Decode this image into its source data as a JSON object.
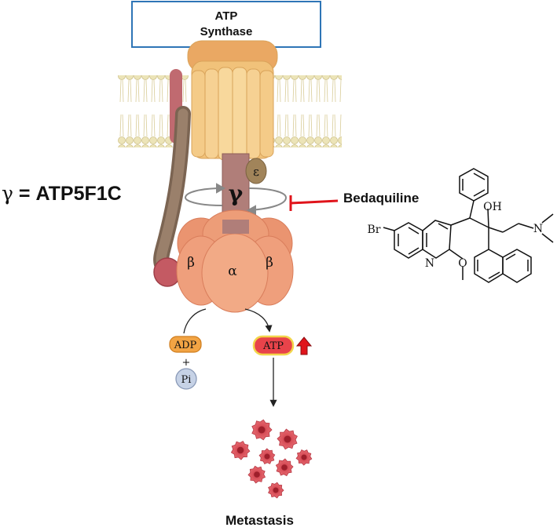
{
  "title_box": {
    "line1": "ATP",
    "line2": "Synthase"
  },
  "gamma_equation": {
    "symbol": "γ",
    "text": " = ATP5F1C"
  },
  "subunits": {
    "gamma": "γ",
    "epsilon": "ε",
    "beta_left": "β",
    "alpha": "α",
    "beta_right": "β"
  },
  "inhibitor": {
    "name": "Bedaquiline",
    "atoms": {
      "br": "Br",
      "oh": "OH",
      "n_amine": "N",
      "n_ring": "N",
      "o_methoxy": "O"
    }
  },
  "metabolites": {
    "adp": "ADP",
    "plus": "+",
    "pi": "Pi",
    "atp": "ATP"
  },
  "outcome": "Metastasis",
  "colors": {
    "title_border": "#2e75b6",
    "inhibition_line": "#e0141b",
    "up_arrow": "#e0141b",
    "adp_fill": "#f2a444",
    "atp_fill": "#e8434a",
    "atp_border": "#f2d64a",
    "pi_fill": "#c6d2e6",
    "f1_head": "#ec9a76",
    "fo_ring": "#f1c27a",
    "cell": "#d64550"
  }
}
